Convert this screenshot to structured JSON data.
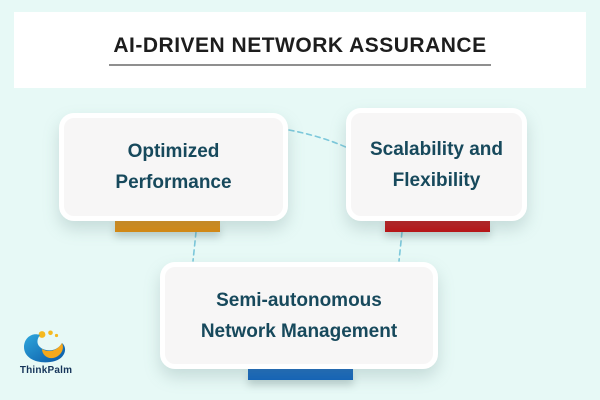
{
  "canvas": {
    "background": "#e7f9f6"
  },
  "header": {
    "title": "AI-DRIVEN NETWORK ASSURANCE",
    "band_color": "#ffffff",
    "title_color": "#1d1d1d",
    "underline_color": "#8f8f8f"
  },
  "cards": [
    {
      "line1": "Optimized",
      "line2": "Performance",
      "accent": "#dd880a"
    },
    {
      "line1": "Scalability and",
      "line2": "Flexibility",
      "accent": "#bf0a0c"
    },
    {
      "line1": "Semi-autonomous",
      "line2": "Network Management",
      "accent": "#0d60ba"
    }
  ],
  "card_style": {
    "text_color": "#17495c",
    "fill": "#f7f6f6"
  },
  "connectors": {
    "color": "#7cc8db"
  },
  "logo": {
    "wordmark": "ThinkPalm",
    "wave_blue_light": "#2fa8dd",
    "wave_blue_dark": "#0a57a5",
    "crescent_yellow": "#f6a81c",
    "dot_yellow": "#f5b91f",
    "text_color": "#16355a"
  }
}
